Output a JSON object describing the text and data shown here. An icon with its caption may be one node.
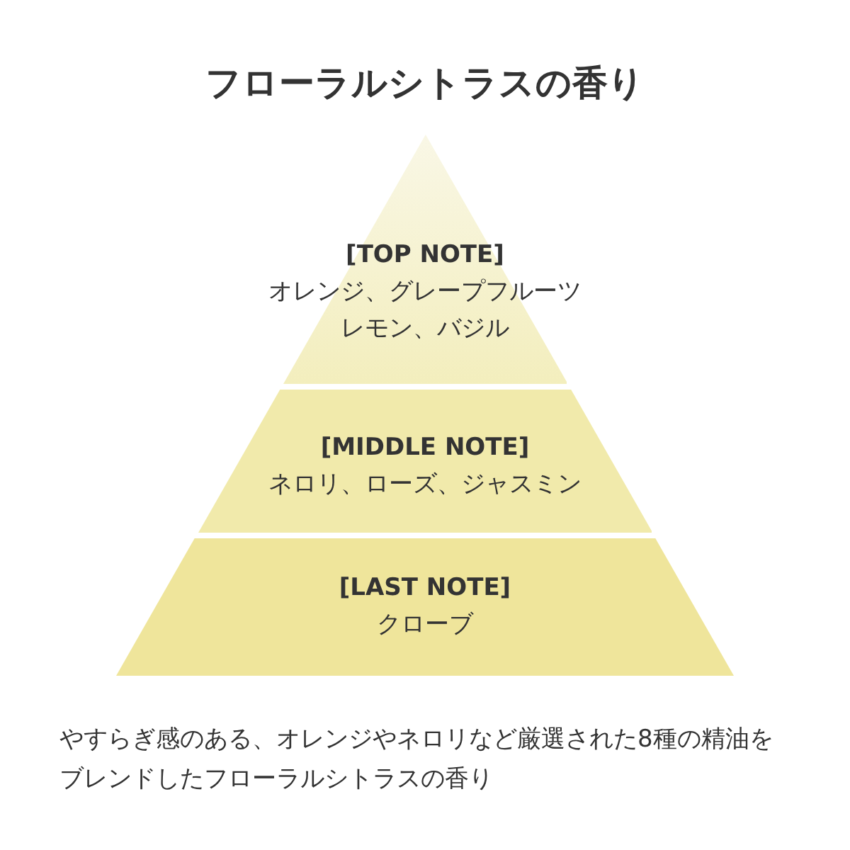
{
  "diagram": {
    "title": "フローラルシトラスの香り",
    "nodes": [
      {
        "text": [
          "[TOP NOTE]",
          "オレンジ、グレープフルーツレモン、バジル"
        ]
      },
      {
        "text": [
          "[MIDDLE NOTE]",
          "ネロリ、ローズ、ジャスミン"
        ]
      },
      {
        "text": [
          "[LAST NOTE]",
          "クローブ"
        ]
      }
    ],
    "caption": "やすらぎ感のある、オレンジやネロリなど厳選された8種の精油をブレンドしたフローラルシトラスの香り"
  }
}
